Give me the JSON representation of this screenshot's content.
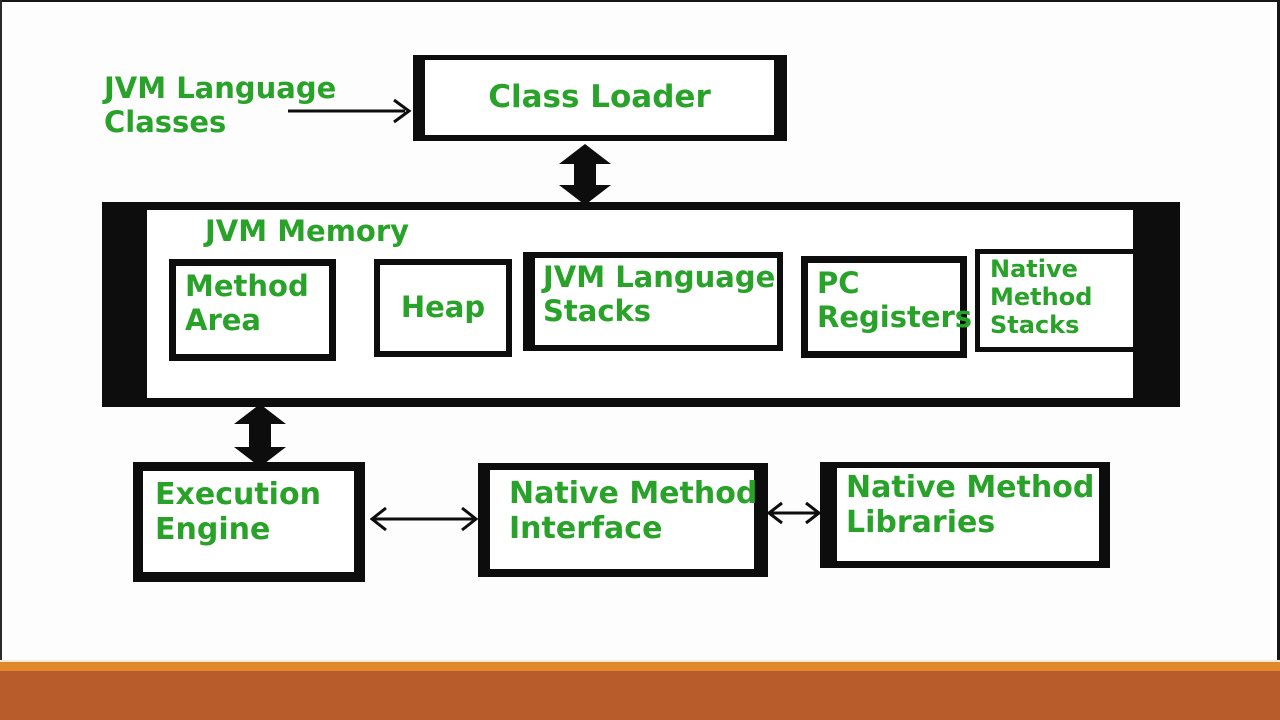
{
  "colors": {
    "background": "#fdfdfd",
    "text_green": "#28a228",
    "box_border_black": "#0d0d0d",
    "footer_strip_orange": "#e0882b",
    "footer_bar_rust": "#b85c2b"
  },
  "diagram": {
    "source_label": {
      "line1": "JVM Language",
      "line2": "Classes"
    },
    "class_loader": {
      "label": "Class Loader"
    },
    "memory": {
      "title": "JVM Memory",
      "components": [
        {
          "name": "method-area",
          "lines": [
            "Method",
            "Area"
          ]
        },
        {
          "name": "heap",
          "lines": [
            "Heap"
          ]
        },
        {
          "name": "jvm-language-stacks",
          "lines": [
            "JVM Language",
            "Stacks"
          ]
        },
        {
          "name": "pc-registers",
          "lines": [
            "PC",
            "Registers"
          ]
        },
        {
          "name": "native-method-stacks",
          "lines": [
            "Native",
            "Method",
            "Stacks"
          ]
        }
      ]
    },
    "execution_engine": {
      "lines": [
        "Execution",
        "Engine"
      ]
    },
    "native_method_interface": {
      "lines": [
        "Native Method",
        "Interface"
      ]
    },
    "native_method_libraries": {
      "lines": [
        "Native Method",
        "Libraries"
      ]
    }
  }
}
